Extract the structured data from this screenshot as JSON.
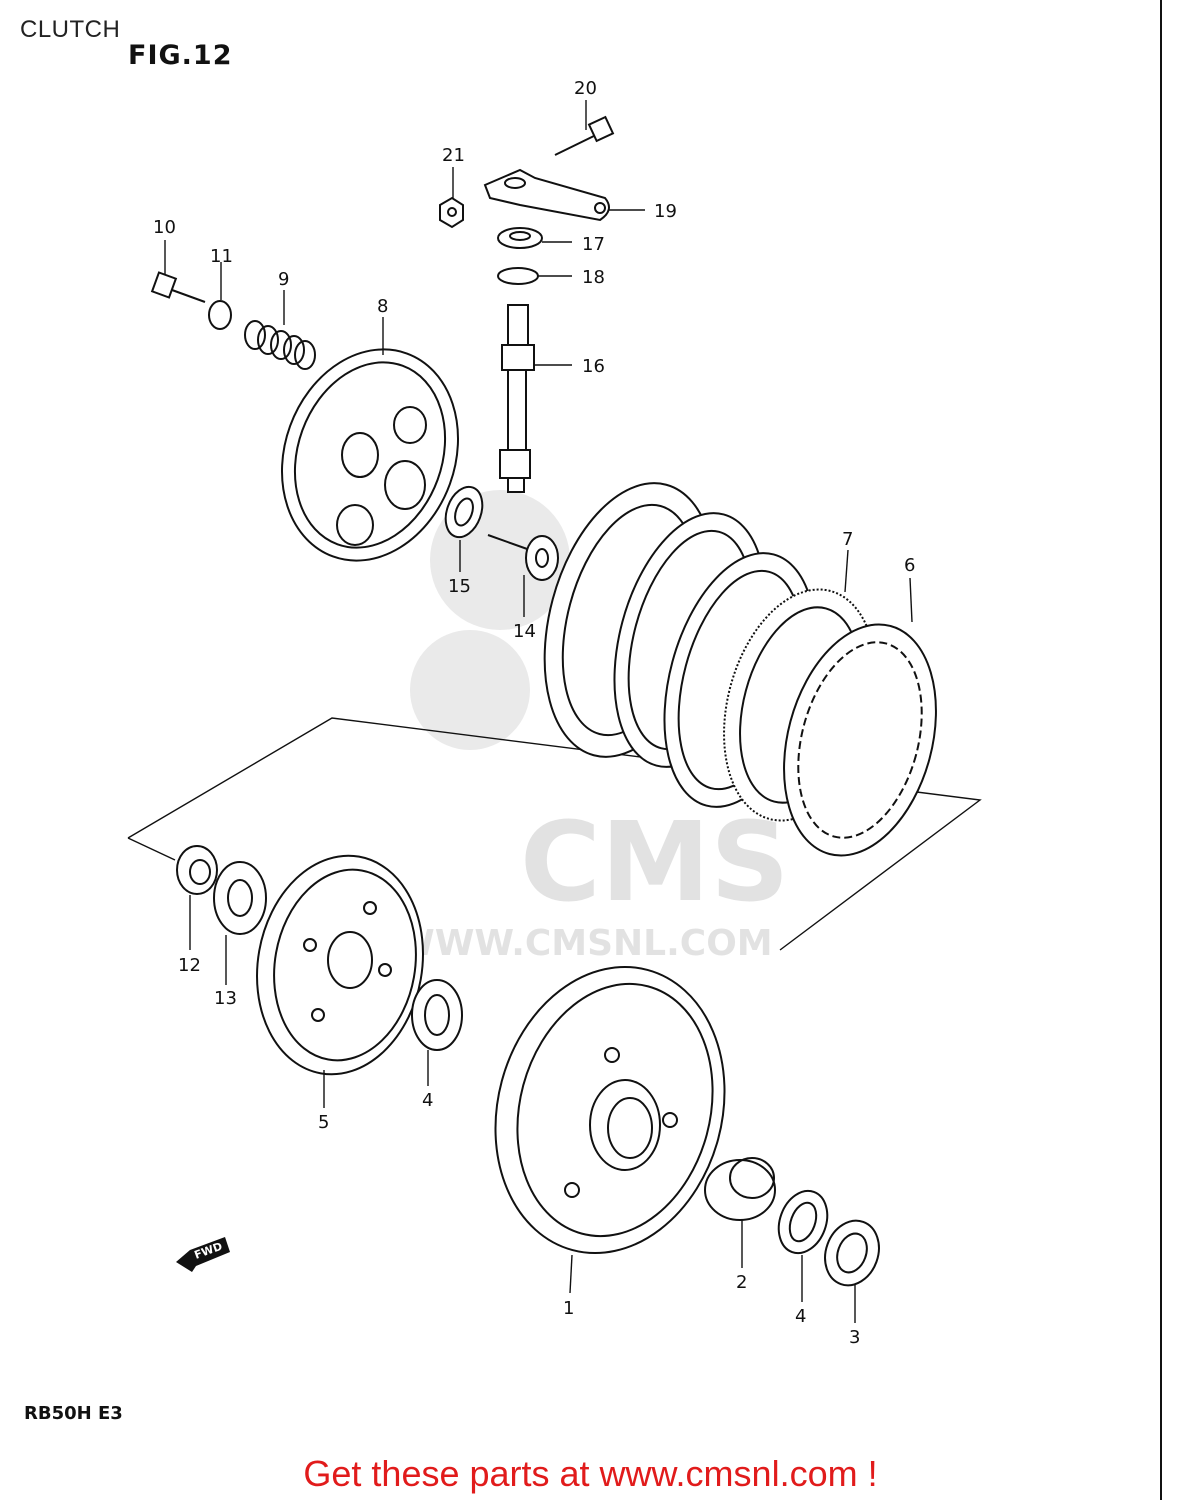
{
  "header": {
    "section_title": "CLUTCH",
    "figure_title": "FIG.12"
  },
  "footer": {
    "model_code": "RB50H E3",
    "promo_text": "Get these parts at www.cmsnl.com !"
  },
  "watermark": {
    "brand": "CMS",
    "url": "WWW.CMSNL.COM"
  },
  "direction_marker": {
    "label": "FWD"
  },
  "callouts": [
    "1",
    "2",
    "3",
    "4",
    "4",
    "5",
    "6",
    "7",
    "8",
    "9",
    "10",
    "11",
    "12",
    "13",
    "14",
    "15",
    "16",
    "17",
    "18",
    "19",
    "20",
    "21"
  ],
  "colors": {
    "promo": "#e11b1b",
    "ink": "#111111"
  }
}
